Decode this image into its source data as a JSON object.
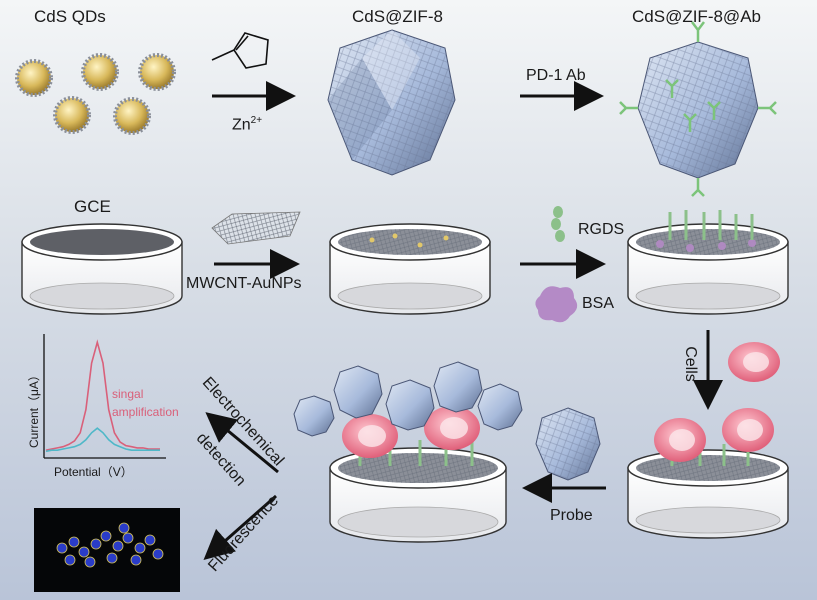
{
  "labels": {
    "cds_qds": "CdS QDs",
    "cds_zif8": "CdS@ZIF-8",
    "cds_zif8_ab": "CdS@ZIF-8@Ab",
    "zn": "Zn",
    "zn_sup": "2+",
    "pd1_ab": "PD-1 Ab",
    "gce": "GCE",
    "mwcnt": "MWCNT-AuNPs",
    "rgds": "RGDS",
    "bsa": "BSA",
    "cells": "Cells",
    "probe": "Probe",
    "electrochemical": "Electrochemical",
    "detection": "detection",
    "fluorescence": "Fluorescence"
  },
  "chart_data": {
    "type": "line",
    "xlabel": "Potential（V）",
    "ylabel": "Current（μA）",
    "annotation_line1": "singal",
    "annotation_line2": "amplification",
    "x": [
      0,
      1,
      2,
      3,
      4,
      5,
      6,
      7,
      8,
      9,
      10,
      11,
      12,
      13,
      14,
      15,
      16,
      17,
      18,
      19,
      20
    ],
    "series": [
      {
        "color": "#d9607a",
        "values": [
          0.05,
          0.06,
          0.07,
          0.08,
          0.1,
          0.13,
          0.2,
          0.4,
          0.8,
          0.98,
          0.8,
          0.4,
          0.2,
          0.12,
          0.09,
          0.08,
          0.07,
          0.07,
          0.06,
          0.06,
          0.06
        ]
      },
      {
        "color": "#4fb8c8",
        "values": [
          0.04,
          0.05,
          0.05,
          0.06,
          0.07,
          0.08,
          0.1,
          0.14,
          0.2,
          0.24,
          0.2,
          0.14,
          0.1,
          0.08,
          0.06,
          0.05,
          0.05,
          0.05,
          0.05,
          0.05,
          0.05
        ]
      }
    ]
  },
  "colors": {
    "qd_core": "#d8b85a",
    "mof": "#9fb3d4",
    "antibody": "#7cc47a",
    "cell": "#e86f84",
    "bsa": "#b48ac6",
    "arrow": "#111111"
  }
}
